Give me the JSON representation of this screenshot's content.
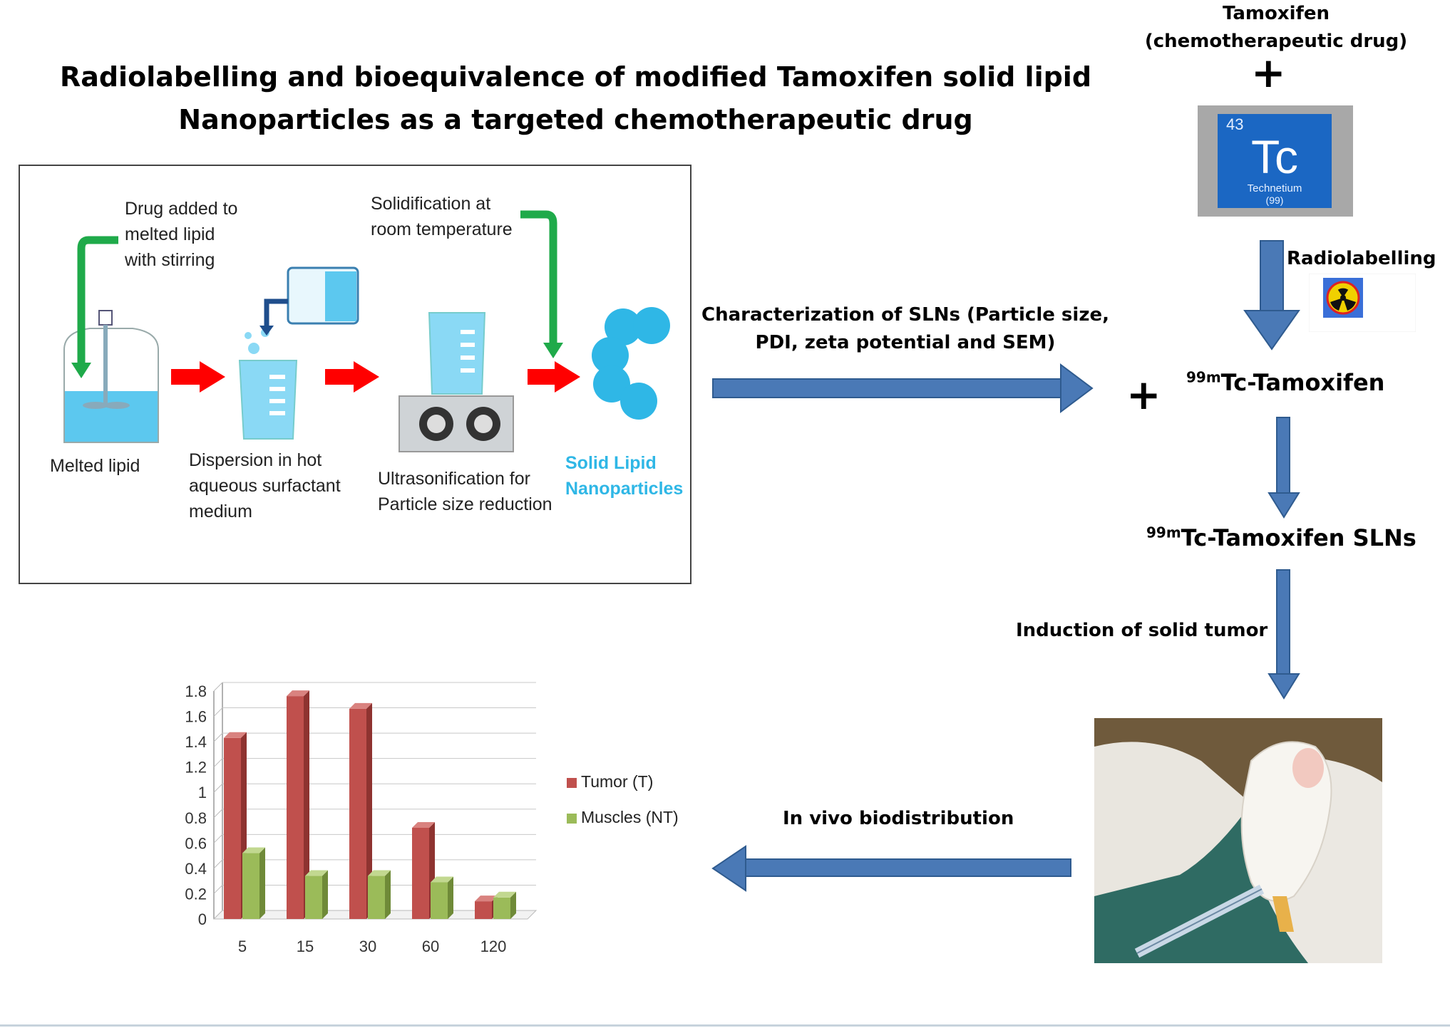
{
  "title_line1": "Radiolabelling and bioequivalence of modified Tamoxifen solid lipid",
  "title_line2": "Nanoparticles as a targeted chemotherapeutic drug",
  "process": {
    "step1_annot": [
      "Drug added to",
      "melted lipid",
      "with stirring"
    ],
    "step1_label": "Melted lipid",
    "step2_label": [
      "Dispersion in hot",
      "aqueous surfactant",
      "medium"
    ],
    "step3_annot": [
      "Solidification at",
      "room temperature"
    ],
    "step3_label": [
      "Ultrasonification for",
      "Particle size reduction"
    ],
    "step4_label": [
      "Solid Lipid",
      "Nanoparticles"
    ]
  },
  "characterization": [
    "Characterization of SLNs (Particle size,",
    "PDI, zeta potential and SEM)"
  ],
  "tamoxifen": [
    "Tamoxifen",
    "(chemotherapeutic drug)"
  ],
  "plus": "+",
  "technetium": {
    "number": "43",
    "symbol": "Tc",
    "name": "Technetium",
    "mass": "(99)"
  },
  "radiolabelling": "Radiolabelling",
  "tc_tamoxifen": {
    "sup": "99m",
    "text": "Tc-Tamoxifen"
  },
  "tc_tamoxifen_slns": {
    "sup": "99m",
    "text": "Tc-Tamoxifen SLNs"
  },
  "induction": "Induction of solid tumor",
  "in_vivo": "In vivo biodistribution",
  "colors": {
    "arrow_blue": "#4a79b6",
    "arrow_red": "#ff0000",
    "arrow_green": "#1faa4a",
    "tumor_red": "#c0504d",
    "muscle_green": "#9bbb59",
    "sln_blue": "#2fb7e6"
  },
  "chart_data": {
    "type": "bar",
    "categories": [
      "5",
      "15",
      "30",
      "60",
      "120"
    ],
    "series": [
      {
        "name": "Tumor (T)",
        "values": [
          1.43,
          1.76,
          1.66,
          0.72,
          0.14
        ]
      },
      {
        "name": "Muscles (NT)",
        "values": [
          0.52,
          0.34,
          0.34,
          0.29,
          0.17
        ]
      }
    ],
    "yticks": [
      "0",
      "0.2",
      "0.4",
      "0.6",
      "0.8",
      "1",
      "1.2",
      "1.4",
      "1.6",
      "1.8"
    ],
    "ylim": [
      0,
      1.8
    ],
    "grid": true,
    "legend": "right"
  }
}
